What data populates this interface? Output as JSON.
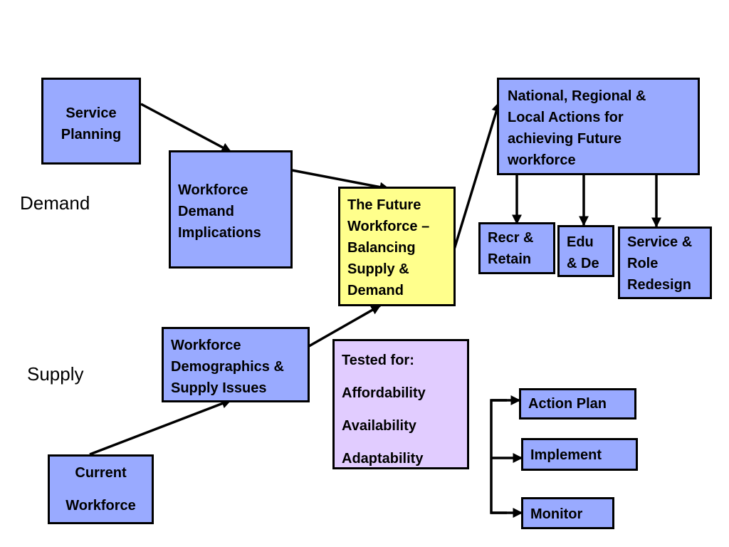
{
  "labels": {
    "demand": "Demand",
    "supply": "Supply"
  },
  "boxes": {
    "service_planning": "Service\nPlanning",
    "workforce_demand": "Workforce\nDemand\nImplications",
    "future_workforce": "The Future\nWorkforce –\nBalancing\nSupply &\nDemand",
    "workforce_demographics": "Workforce\nDemographics &\nSupply Issues",
    "current_workforce": "Current\n\nWorkforce",
    "national_actions": "National, Regional &\nLocal Actions for\nachieving Future\nworkforce",
    "recruit_retain": "Recr &\nRetain",
    "edu_de": "Edu\n& De",
    "service_role_redesign": "Service &\nRole\nRedesign",
    "tested_for": {
      "heading": "Tested for:",
      "items": [
        "Affordability",
        "Availability",
        "Adaptability"
      ]
    },
    "action_plan": "Action Plan",
    "implement": "Implement",
    "monitor": "Monitor"
  },
  "colors": {
    "box_blue": "#99aaff",
    "box_yellow": "#ffff8c",
    "box_lilac": "#e1ccff",
    "border": "#000000"
  }
}
